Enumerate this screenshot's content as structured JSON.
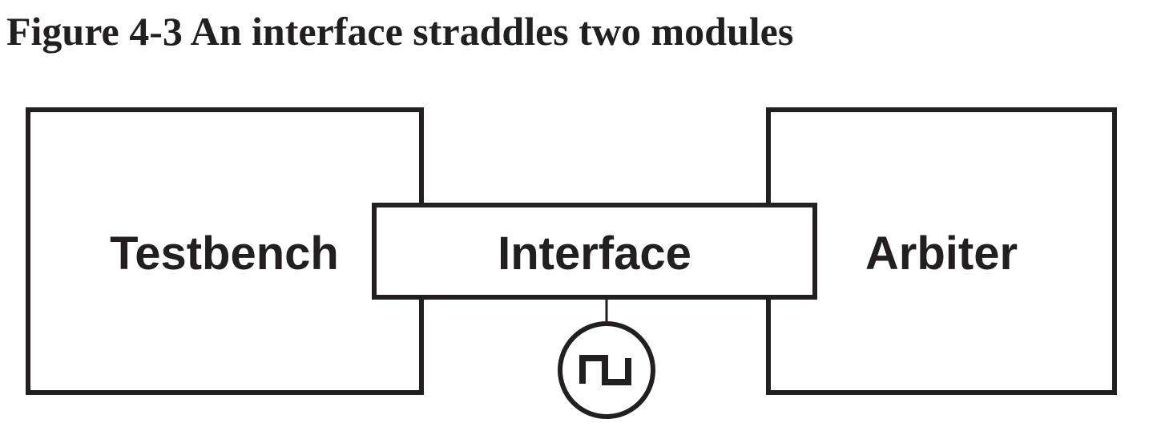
{
  "title": "Figure 4-3 An interface straddles two modules",
  "diagram": {
    "testbench_label": "Testbench",
    "interface_label": "Interface",
    "arbiter_label": "Arbiter",
    "clock_icon": "clock-square-wave-icon",
    "line_color": "#231f20"
  }
}
